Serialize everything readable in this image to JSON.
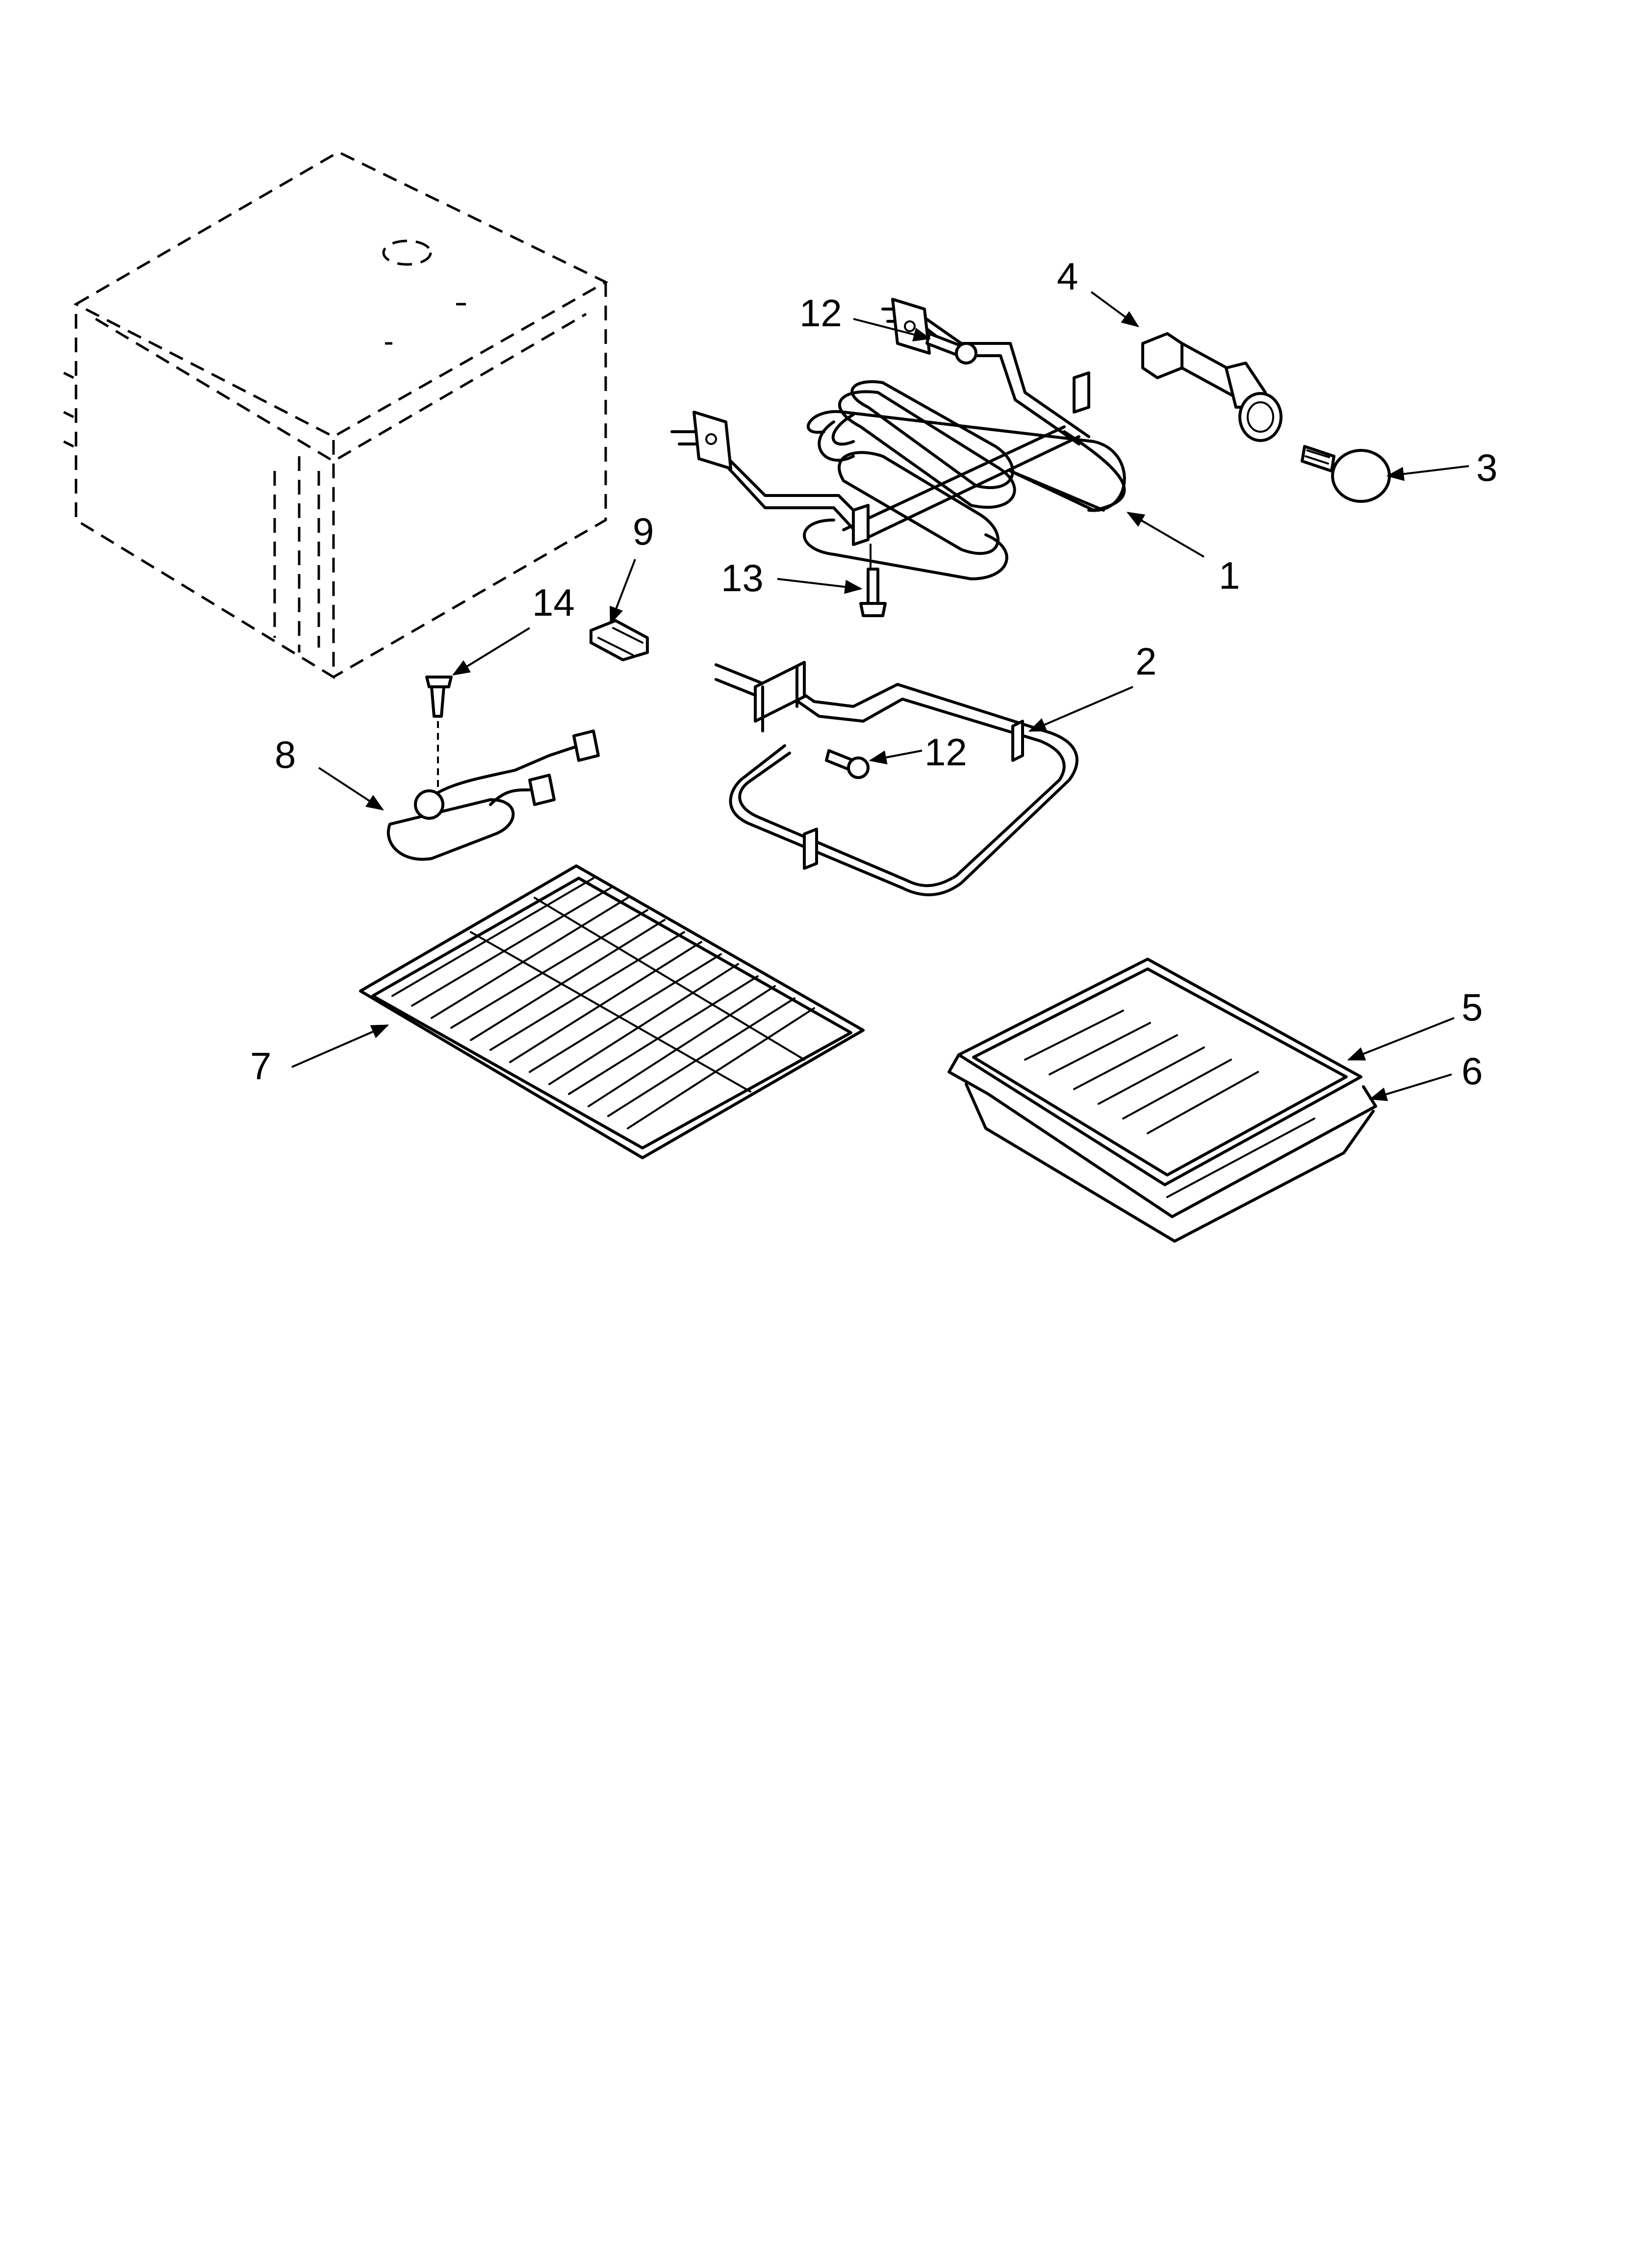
{
  "callouts": [
    {
      "id": "c1",
      "label": "1"
    },
    {
      "id": "c2",
      "label": "2"
    },
    {
      "id": "c3",
      "label": "3"
    },
    {
      "id": "c4",
      "label": "4"
    },
    {
      "id": "c5",
      "label": "5"
    },
    {
      "id": "c6",
      "label": "6"
    },
    {
      "id": "c7",
      "label": "7"
    },
    {
      "id": "c8",
      "label": "8"
    },
    {
      "id": "c9",
      "label": "9"
    },
    {
      "id": "c12a",
      "label": "12"
    },
    {
      "id": "c12b",
      "label": "12"
    },
    {
      "id": "c13",
      "label": "13"
    },
    {
      "id": "c14",
      "label": "14"
    }
  ]
}
